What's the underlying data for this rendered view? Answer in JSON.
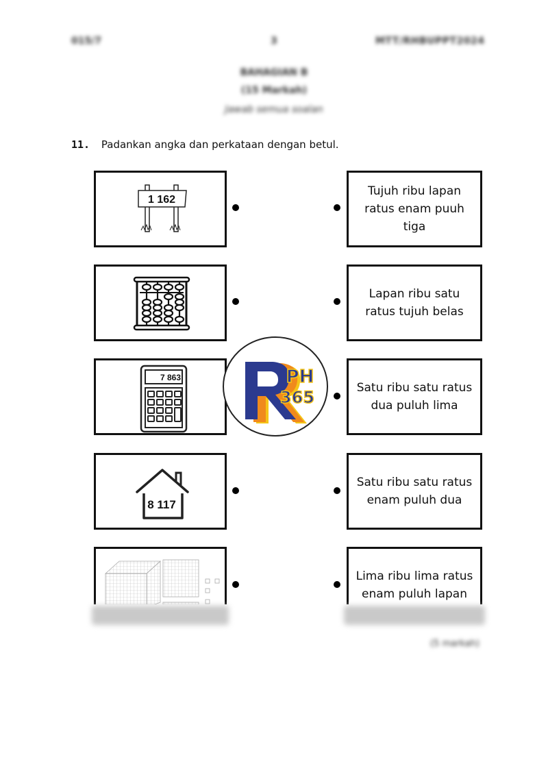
{
  "header": {
    "left_code": "015/7",
    "page_number": "3",
    "right_code": "MTT/RHBUPPT2024",
    "section_title": "BAHAGIAN B",
    "section_marks": "(15 Markah)",
    "section_instruction": "Jawab semua soalan"
  },
  "question": {
    "number": "11.",
    "text": "Padankan angka dan perkataan dengan betul."
  },
  "left_items": [
    {
      "picture": "signboard",
      "number": "1 162"
    },
    {
      "picture": "abacus",
      "number": ""
    },
    {
      "picture": "calculator",
      "number": "7 863"
    },
    {
      "picture": "house",
      "number": "8 117"
    },
    {
      "picture": "base-ten-blocks",
      "number": ""
    }
  ],
  "right_items": [
    {
      "text": "Tujuh ribu lapan ratus enam puuh tiga"
    },
    {
      "text": "Lapan ribu satu ratus tujuh belas"
    },
    {
      "text": "Satu ribu satu ratus dua puluh lima"
    },
    {
      "text": "Satu ribu satu ratus enam puluh dua"
    },
    {
      "text": "Lima ribu lima ratus enam puluh lapan"
    }
  ],
  "footer": {
    "marks": "(5 markah)"
  },
  "watermark": {
    "line1": "PH",
    "line2": "365",
    "letter": "R",
    "colors": {
      "blue": "#2b3a8f",
      "yellow": "#f5c518",
      "orange": "#f08a1c"
    }
  }
}
